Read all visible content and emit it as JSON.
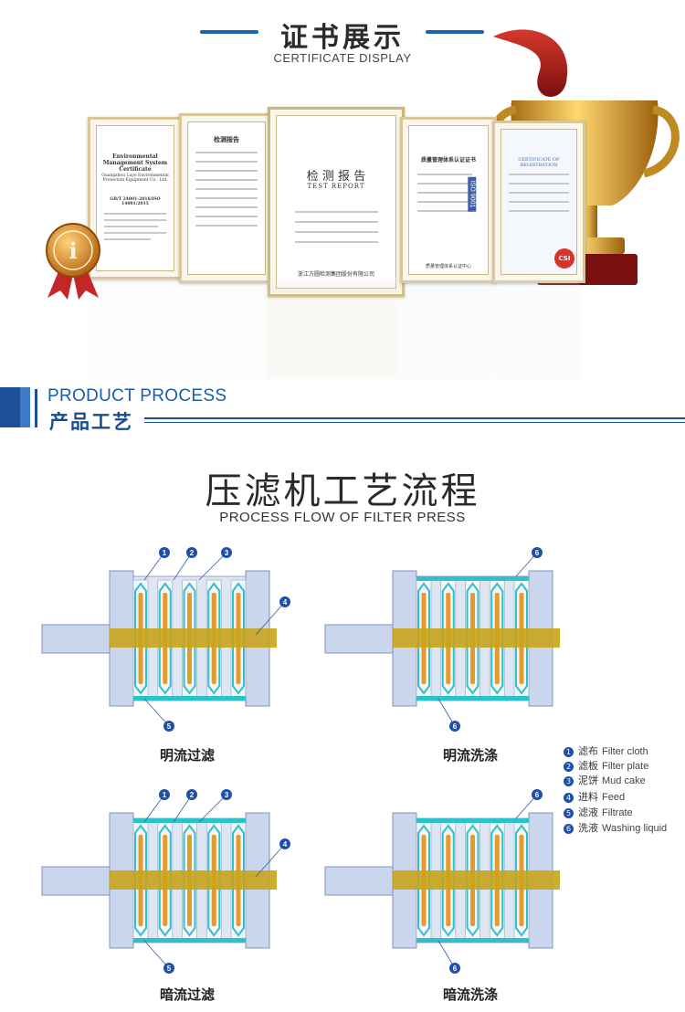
{
  "certificates_section": {
    "title": "证书展示",
    "subtitle": "CERTIFICATE DISPLAY",
    "certificates": [
      {
        "heading": "Environmental Management System Certificate",
        "note": "Guangzhou Luye Environmental Protection Equipment Co., Ltd.",
        "standard": "GB/T 24001-2016/ISO 14001:2015"
      },
      {
        "heading": "检测报告"
      },
      {
        "heading": "检 测 报 告",
        "sub": "TEST REPORT",
        "footer": "浙江方圆检测集团股份有限公司"
      },
      {
        "heading": "质量管理体系认证证书",
        "side": "ISO 9001",
        "footer": "质量管理体系认证中心"
      },
      {
        "heading": "CERTIFICATE OF REGISTRATION",
        "badge": "CSI"
      }
    ],
    "medal_icon": "medal-icon",
    "trophy_icon": "trophy-icon"
  },
  "product_process": {
    "title_en": "PRODUCT PROCESS",
    "title_cn": "产品工艺"
  },
  "process_flow": {
    "title": "压滤机工艺流程",
    "subtitle": "PROCESS FLOW OF FILTER PRESS",
    "diagrams": [
      {
        "caption": "明流过滤",
        "callouts": [
          "1",
          "2",
          "3",
          "4",
          "5"
        ]
      },
      {
        "caption": "明流洗涤",
        "callouts": [
          "6",
          "6"
        ]
      },
      {
        "caption": "暗流过滤",
        "callouts": [
          "1",
          "2",
          "3",
          "4",
          "5"
        ]
      },
      {
        "caption": "暗流洗涤",
        "callouts": [
          "6",
          "6"
        ]
      }
    ],
    "legend": [
      {
        "num": "1",
        "cn": "滤布",
        "en": "Filter cloth"
      },
      {
        "num": "2",
        "cn": "滤板",
        "en": "Filter plate"
      },
      {
        "num": "3",
        "cn": "泥饼",
        "en": "Mud cake"
      },
      {
        "num": "4",
        "cn": "进料",
        "en": "Feed"
      },
      {
        "num": "5",
        "cn": "滤液",
        "en": "Filtrate"
      },
      {
        "num": "6",
        "cn": "洗液",
        "en": "Washing liquid"
      }
    ],
    "colors": {
      "frame": "#c9d6ee",
      "frame_stroke": "#7f93b5",
      "feed": "#c8a41c",
      "cake": "#e69a2a",
      "cloth": "#2bc3c9",
      "accent": "#1f4fa8"
    }
  }
}
